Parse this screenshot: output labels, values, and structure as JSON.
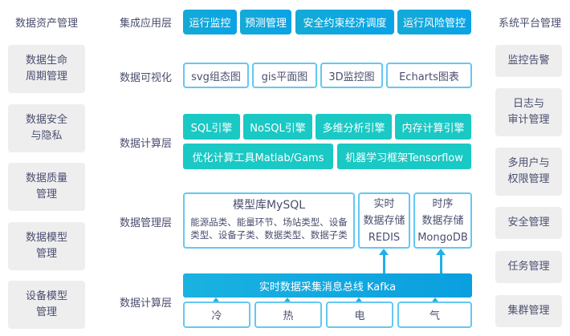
{
  "left": {
    "title": "数据资产管理",
    "items": [
      "数据生命\n周期管理",
      "数据安全\n与隐私",
      "数据质量\n管理",
      "数据模型\n管理",
      "设备模型\n管理"
    ]
  },
  "right": {
    "title": "系统平台管理",
    "items": [
      "监控告警",
      "日志与\n审计管理",
      "多用户与\n权限管理",
      "安全管理",
      "任务管理",
      "集群管理"
    ]
  },
  "layers": {
    "application": {
      "label": "集成应用层",
      "items": [
        "运行监控",
        "预测管理",
        "安全约束经济调度",
        "运行风险管控"
      ]
    },
    "visualization": {
      "label": "数据可视化",
      "items": [
        "svg组态图",
        "gis平面图",
        "3D监控图",
        "Echarts图表"
      ]
    },
    "compute": {
      "label": "数据计算层",
      "row1": [
        "SQL引擎",
        "NoSQL引擎",
        "多维分析引擎",
        "内存计算引擎"
      ],
      "row2": [
        "优化计算工具Matlab/Gams",
        "机器学习框架Tensorflow"
      ]
    },
    "management": {
      "label": "数据管理层",
      "mysql_title": "模型库MySQL",
      "mysql_desc": "能源品类、能量环节、场站类型、设备\n类型、设备子类、数据类型、数据子类",
      "redis": "实时\n数据存储\nREDIS",
      "mongo": "时序\n数据存储\nMongoDB"
    },
    "collection": {
      "label": "数据计算层",
      "bus": "实时数据采集消息总线 Kafka",
      "sources": [
        "冷",
        "热",
        "电",
        "气"
      ]
    }
  },
  "colors": {
    "gradient_blue": "#0aa3e6",
    "teal": "#1ac8c4",
    "outline": "#63c8f2",
    "side_bg": "#eeeeef",
    "text": "#4a4e6e"
  }
}
